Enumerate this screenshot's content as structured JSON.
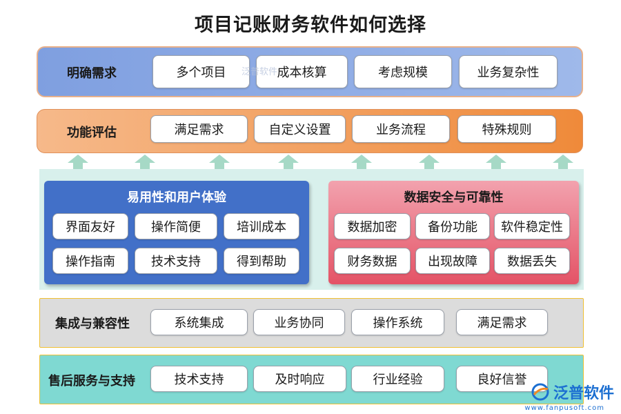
{
  "title": "项目记账财务软件如何选择",
  "rows": {
    "requirements": {
      "label": "明确需求",
      "items": [
        "多个项目",
        "成本核算",
        "考虑规模",
        "业务复杂性"
      ]
    },
    "evaluation": {
      "label": "功能评估",
      "items": [
        "满足需求",
        "自定义设置",
        "业务流程",
        "特殊规则"
      ]
    },
    "integration": {
      "label": "集成与兼容性",
      "items": [
        "系统集成",
        "业务协同",
        "操作系统",
        "满足需求"
      ]
    },
    "aftersales": {
      "label": "售后服务与支持",
      "items": [
        "技术支持",
        "及时响应",
        "行业经验",
        "良好信誉"
      ]
    }
  },
  "panels": {
    "usability": {
      "title": "易用性和用户体验",
      "items": [
        "界面友好",
        "操作简便",
        "培训成本",
        "操作指南",
        "技术支持",
        "得到帮助"
      ]
    },
    "security": {
      "title": "数据安全与可靠性",
      "items": [
        "数据加密",
        "备份功能",
        "软件稳定性",
        "财务数据",
        "出现故障",
        "数据丢失"
      ]
    }
  },
  "brand": {
    "name": "泛普软件",
    "url": "www.fanpusoft.com",
    "watermark": "泛普软件"
  },
  "colors": {
    "blue_band": "#8faee6",
    "orange_band": "#f4a66b",
    "gray_band": "#dcdcdc",
    "teal_band": "#7fd9d2",
    "blue_panel": "#4070c9",
    "red_panel": "#e8606f",
    "arrow": "#a8d8c8"
  }
}
